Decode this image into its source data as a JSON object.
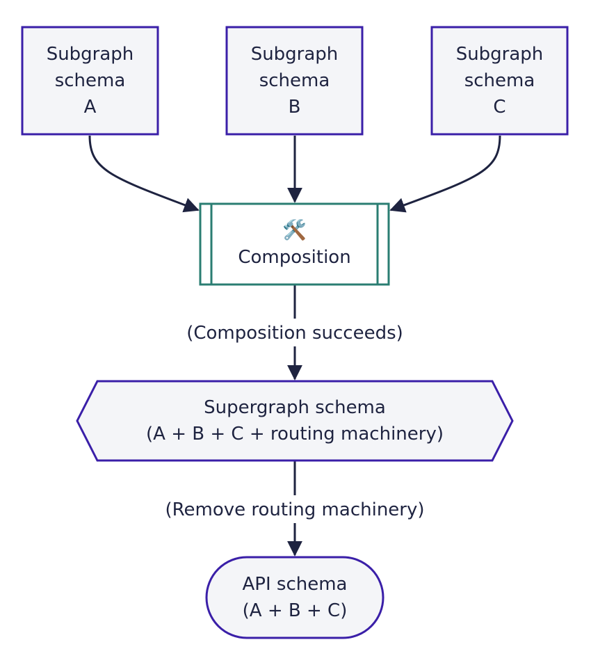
{
  "nodes": {
    "subgraph_a": {
      "lines": [
        "Subgraph",
        "schema",
        "A"
      ]
    },
    "subgraph_b": {
      "lines": [
        "Subgraph",
        "schema",
        "B"
      ]
    },
    "subgraph_c": {
      "lines": [
        "Subgraph",
        "schema",
        "C"
      ]
    },
    "composition": {
      "icon": "🛠️",
      "icon_name": "hammer-and-wrench-icon",
      "label": "Composition"
    },
    "supergraph": {
      "lines": [
        "Supergraph schema",
        "(A + B + C + routing machinery)"
      ]
    },
    "api_schema": {
      "lines": [
        "API schema",
        "(A + B + C)"
      ]
    }
  },
  "edges": {
    "composition_to_supergraph": "(Composition succeeds)",
    "supergraph_to_api": "(Remove routing machinery)"
  },
  "colors": {
    "node_fill": "#f4f5f8",
    "node_border": "#3a1fa8",
    "composition_border": "#2a7d72",
    "edge": "#1e2340",
    "text": "#1e2340"
  }
}
